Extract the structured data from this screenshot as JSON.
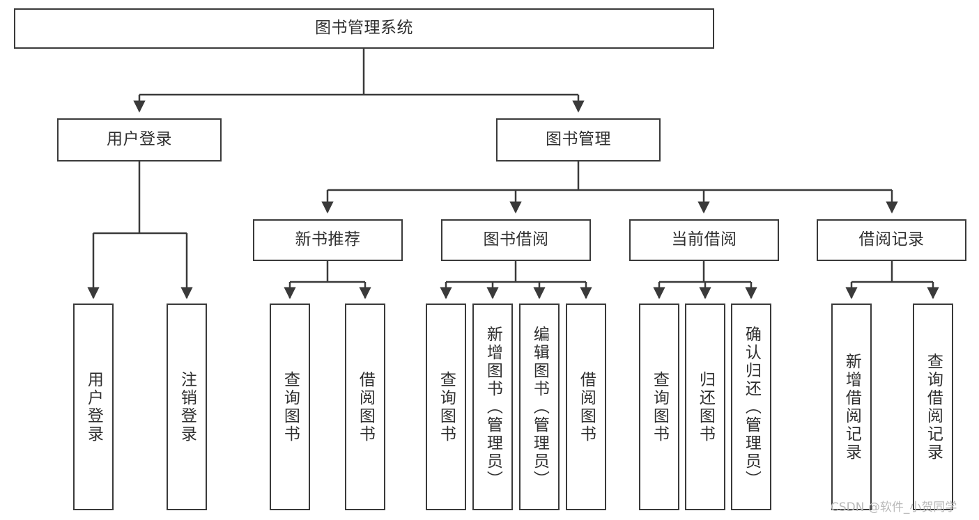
{
  "diagram": {
    "type": "tree-hierarchy",
    "title": "图书管理系统",
    "root": {
      "id": "root",
      "label": "图书管理系统"
    },
    "level2": [
      {
        "id": "user-login",
        "label": "用户登录"
      },
      {
        "id": "book-manage",
        "label": "图书管理"
      }
    ],
    "level3": [
      {
        "id": "new-book-recommend",
        "label": "新书推荐",
        "parent": "book-manage"
      },
      {
        "id": "book-borrow",
        "label": "图书借阅",
        "parent": "book-manage"
      },
      {
        "id": "current-borrow",
        "label": "当前借阅",
        "parent": "book-manage"
      },
      {
        "id": "borrow-record",
        "label": "借阅记录",
        "parent": "book-manage"
      }
    ],
    "leaves": [
      {
        "id": "leaf-user-login",
        "label": "用户登录",
        "parent": "user-login"
      },
      {
        "id": "leaf-logout",
        "label": "注销登录",
        "parent": "user-login"
      },
      {
        "id": "leaf-query-book-1",
        "label": "查询图书",
        "parent": "new-book-recommend"
      },
      {
        "id": "leaf-borrow-book-1",
        "label": "借阅图书",
        "parent": "new-book-recommend"
      },
      {
        "id": "leaf-query-book-2",
        "label": "查询图书",
        "parent": "book-borrow"
      },
      {
        "id": "leaf-add-book",
        "label": "新增图书（管理员）",
        "parent": "book-borrow"
      },
      {
        "id": "leaf-edit-book",
        "label": "编辑图书（管理员）",
        "parent": "book-borrow"
      },
      {
        "id": "leaf-borrow-book-2",
        "label": "借阅图书",
        "parent": "book-borrow"
      },
      {
        "id": "leaf-query-book-3",
        "label": "查询图书",
        "parent": "current-borrow"
      },
      {
        "id": "leaf-return-book",
        "label": "归还图书",
        "parent": "current-borrow"
      },
      {
        "id": "leaf-confirm-return",
        "label": "确认归还（管理员）",
        "parent": "current-borrow"
      },
      {
        "id": "leaf-add-record",
        "label": "新增借阅记录",
        "parent": "borrow-record"
      },
      {
        "id": "leaf-query-record",
        "label": "查询借阅记录",
        "parent": "borrow-record"
      }
    ],
    "colors": {
      "box_border": "#3a3a3a",
      "box_fill": "#ffffff",
      "connector": "#3a3a3a",
      "text": "#2f2f2f",
      "watermark": "#b9b9b9",
      "background": "#ffffff"
    }
  },
  "watermark": {
    "text": "CSDN @软件_小贺同学"
  }
}
